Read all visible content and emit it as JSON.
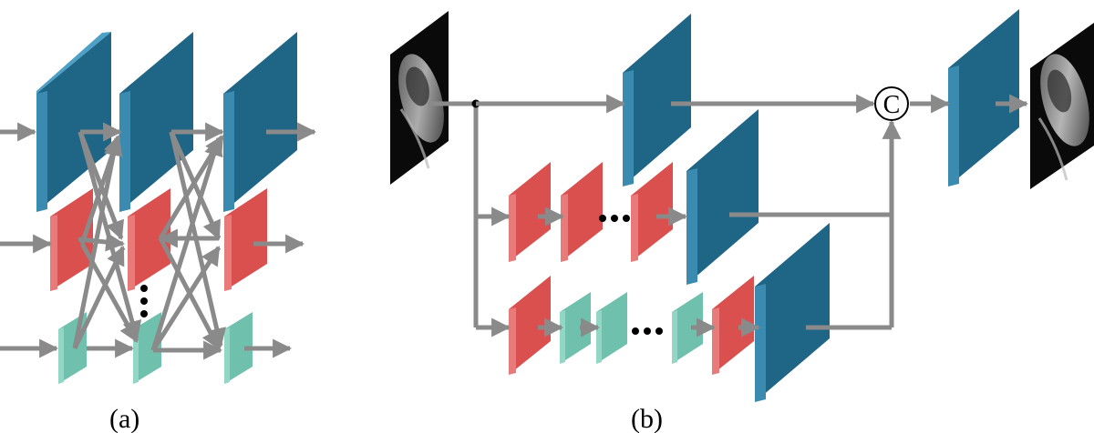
{
  "captions": {
    "a": "(a)",
    "b": "(b)"
  },
  "concat_symbol": "C",
  "colors": {
    "blue_front": "#1f6585",
    "blue_side": "#3b8bb0",
    "blue_top": "#4da0c6",
    "red_front": "#d9504f",
    "red_side": "#e87b7a",
    "red_top": "#f0a09f",
    "teal_front": "#6fc0ad",
    "teal_side": "#93d6c6",
    "teal_top": "#b3e5d9",
    "arrow": "#8a8a8a"
  },
  "icons": {
    "mri_input": "mri-sagittal-slice-icon",
    "mri_output": "mri-sagittal-slice-icon"
  }
}
